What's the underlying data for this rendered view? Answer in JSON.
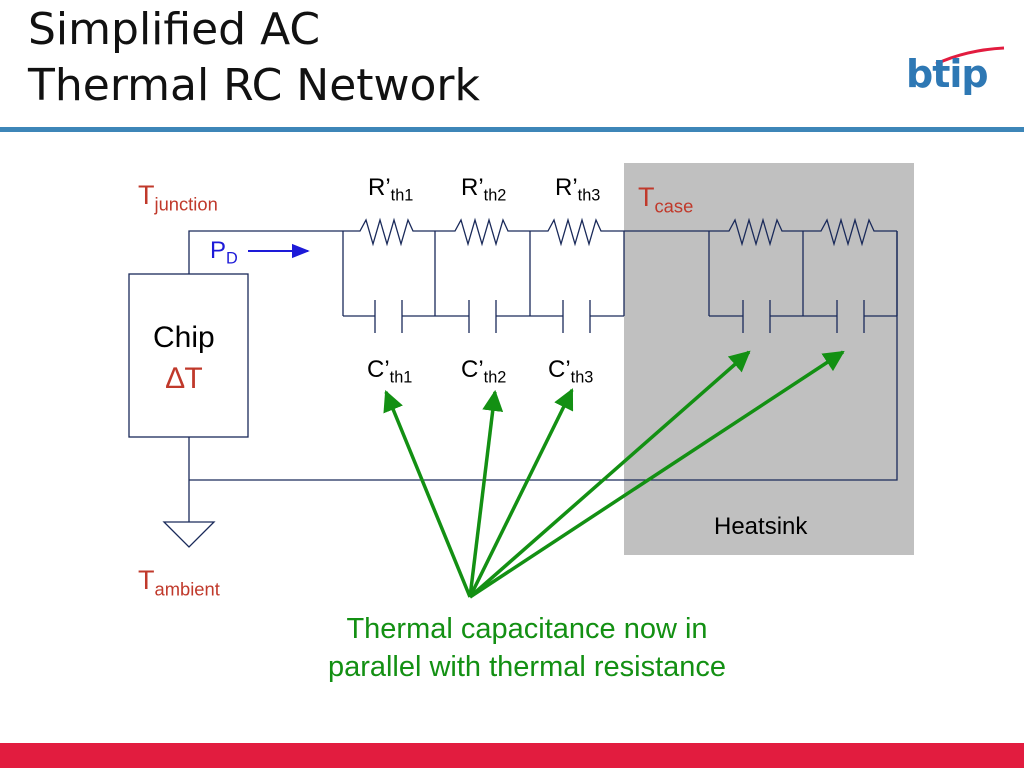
{
  "slide": {
    "title_line1": "Simplified AC",
    "title_line2": "Thermal RC Network",
    "logo_text": "btip"
  },
  "colors": {
    "title_rule": "#3d86b8",
    "footer_bar": "#e21c3f",
    "heatsink_fill": "#c0c0c0",
    "wire": "#1a2a5a",
    "temperature_labels": "#c0392b",
    "power_label": "#1d1ad8",
    "annotation": "#139013"
  },
  "labels": {
    "t_junction": {
      "main": "T",
      "sub": "junction"
    },
    "t_case": {
      "main": "T",
      "sub": "case"
    },
    "t_ambient": {
      "main": "T",
      "sub": "ambient"
    },
    "pd": {
      "main": "P",
      "sub": "D"
    },
    "chip_name": "Chip",
    "chip_delta": "∆T",
    "heatsink": "Heatsink",
    "resistors": [
      {
        "main": "R’",
        "sub": "th1"
      },
      {
        "main": "R’",
        "sub": "th2"
      },
      {
        "main": "R’",
        "sub": "th3"
      }
    ],
    "capacitors": [
      {
        "main": "C’",
        "sub": "th1"
      },
      {
        "main": "C’",
        "sub": "th2"
      },
      {
        "main": "C’",
        "sub": "th3"
      }
    ]
  },
  "annotation": {
    "line1": "Thermal capacitance now in",
    "line2": "parallel with thermal resistance"
  }
}
